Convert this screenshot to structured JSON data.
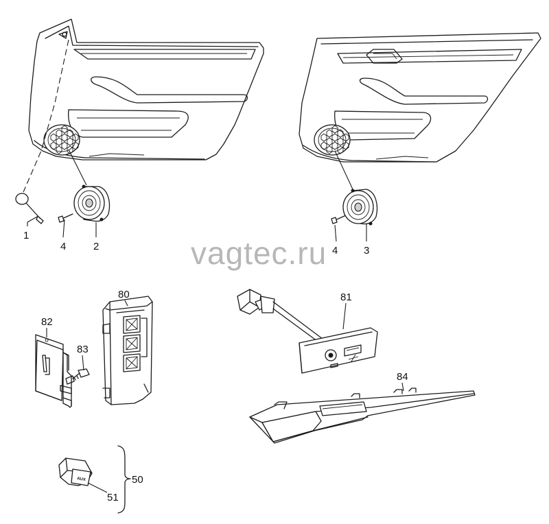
{
  "watermark": "vagtec.ru",
  "callouts": {
    "c1": "1",
    "c2": "2",
    "c3": "3",
    "c4a": "4",
    "c4b": "4",
    "c50": "50",
    "c51": "51",
    "c80": "80",
    "c81": "81",
    "c82": "82",
    "c83": "83",
    "c84": "84"
  },
  "aux_label": "AUX"
}
